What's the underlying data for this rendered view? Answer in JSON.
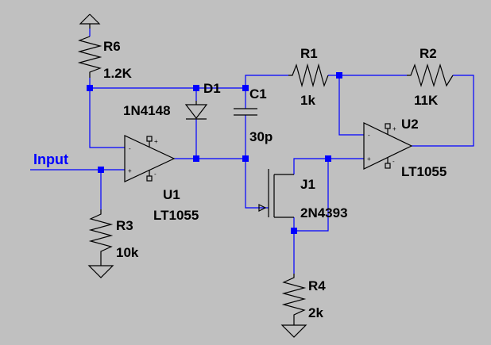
{
  "net_labels": {
    "input": "Input"
  },
  "components": {
    "r6": {
      "ref": "R6",
      "value": "1.2K"
    },
    "d1": {
      "ref": "D1",
      "value": "1N4148"
    },
    "c1": {
      "ref": "C1",
      "value": "30p"
    },
    "r1": {
      "ref": "R1",
      "value": "1k"
    },
    "r2": {
      "ref": "R2",
      "value": "11K"
    },
    "u1": {
      "ref": "U1",
      "value": "LT1055"
    },
    "u2": {
      "ref": "U2",
      "value": "LT1055"
    },
    "j1": {
      "ref": "J1",
      "value": "2N4393"
    },
    "r3": {
      "ref": "R3",
      "value": "10k"
    },
    "r4": {
      "ref": "R4",
      "value": "2k"
    }
  },
  "pin_marks": {
    "plus": "+",
    "minus": "-"
  },
  "colors": {
    "background": "#c0c0c0",
    "wire": "#0000ff",
    "component": "#000000",
    "net_label": "#0000ff"
  }
}
